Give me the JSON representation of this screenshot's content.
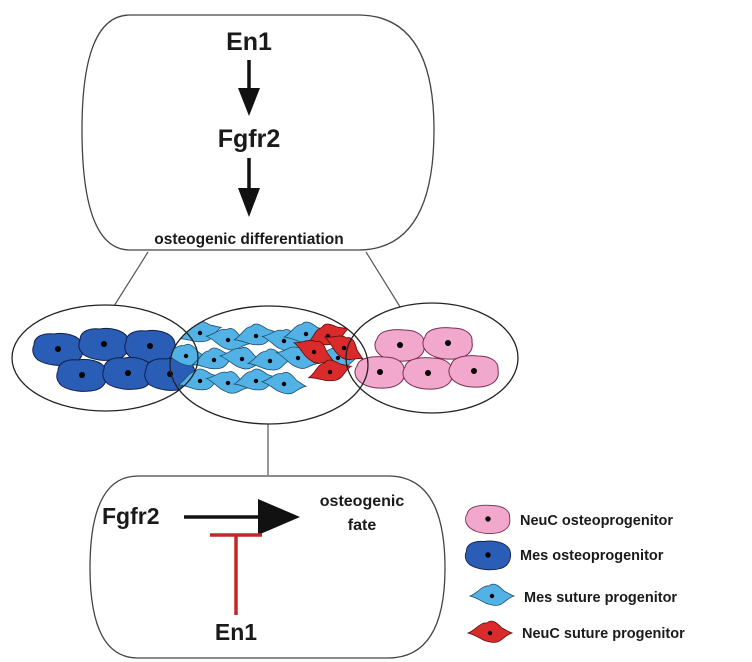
{
  "top_panel": {
    "gene_a": "En1",
    "gene_b": "Fgfr2",
    "outcome": "osteogenic differentiation"
  },
  "bottom_panel": {
    "activator": "Fgfr2",
    "outcome_line1": "osteogenic",
    "outcome_line2": "fate",
    "inhibitor": "En1"
  },
  "legend": [
    {
      "label": "NeuC osteoprogenitor",
      "color": "#f2a8cc",
      "icon": "neuc-osteoprogenitor-cell-icon"
    },
    {
      "label": "Mes osteoprogenitor",
      "color": "#2a5db5",
      "icon": "mes-osteoprogenitor-cell-icon"
    },
    {
      "label": "Mes suture progenitor",
      "color": "#52b2e6",
      "icon": "mes-suture-progenitor-cell-icon"
    },
    {
      "label": "NeuC suture progenitor",
      "color": "#d92b2b",
      "icon": "neuc-suture-progenitor-cell-icon"
    }
  ],
  "colors": {
    "inhibition": "#c0282a",
    "arrow": "#111111"
  }
}
